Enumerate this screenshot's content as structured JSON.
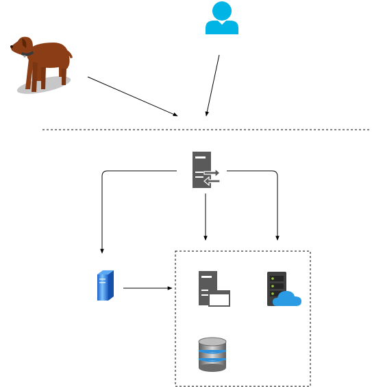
{
  "diagram": {
    "nodes": [
      {
        "id": "dog",
        "icon": "dog-icon"
      },
      {
        "id": "user",
        "icon": "user-icon"
      },
      {
        "id": "proxy",
        "icon": "proxy-server-icon"
      },
      {
        "id": "client",
        "icon": "client-server-icon"
      },
      {
        "id": "web",
        "icon": "web-server-icon"
      },
      {
        "id": "cloud",
        "icon": "cloud-server-icon"
      },
      {
        "id": "db",
        "icon": "database-icon"
      }
    ],
    "edges": [
      {
        "from": "dog",
        "to": "boundary"
      },
      {
        "from": "user",
        "to": "boundary"
      },
      {
        "from": "proxy",
        "to": "client"
      },
      {
        "from": "proxy",
        "to": "group"
      },
      {
        "from": "proxy",
        "to": "group"
      },
      {
        "from": "client",
        "to": "group"
      }
    ],
    "colors": {
      "user": "#00B4E6",
      "dog_body": "#8B3E16",
      "dog_shadow": "#C7C7C7",
      "proxy": "#5A5A5A",
      "client_blue": "#1E6FD9",
      "cloud": "#2B9BE3",
      "db_blue": "#2F8FD8",
      "line": "#000000"
    }
  }
}
